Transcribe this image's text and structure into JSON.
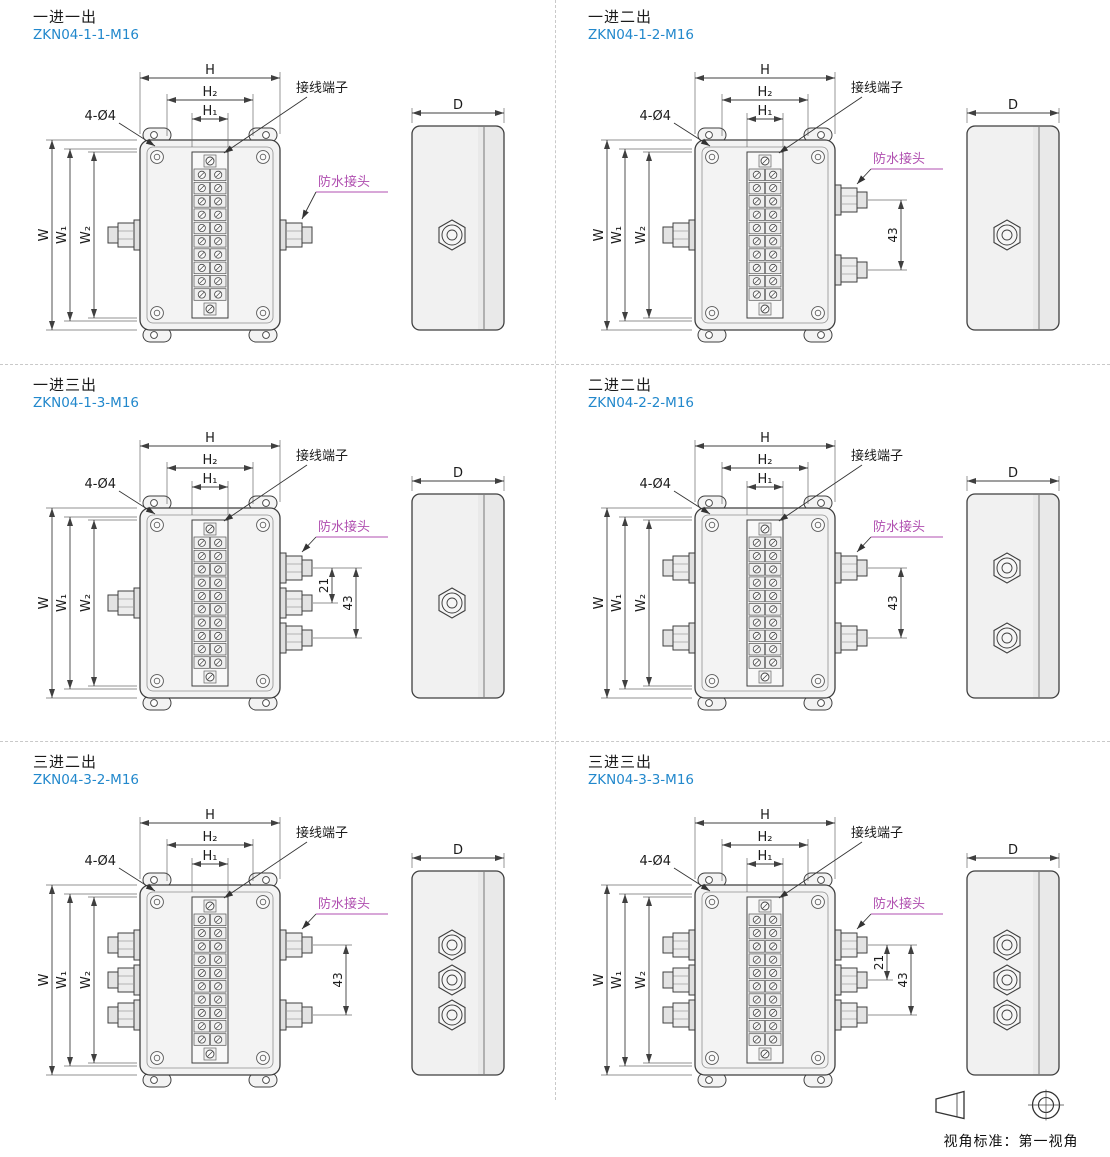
{
  "page": {
    "note": {
      "label": "视角标准：第一视角"
    },
    "colors": {
      "line": "#3f3f3f",
      "dim": "#3f3f3f",
      "model": "#2288cc",
      "gland_label": "#b04fb0",
      "fill": "#f3f3f3",
      "fill_dark": "#e0e0e0",
      "divider": "#c9c9c9"
    }
  },
  "panels": [
    {
      "title": "一进一出",
      "model": "ZKN04-1-1-M16",
      "inputs": 1,
      "outputs": 1,
      "dims": {
        "h": "H",
        "h2": "H₂",
        "h1": "H₁",
        "w": "W",
        "w1": "W₁",
        "w2": "W₂",
        "d": "D"
      },
      "annotations": {
        "mount_holes": "4-Ø4",
        "terminal": "接线端子",
        "gland": "防水接头"
      },
      "spacing_dims": []
    },
    {
      "title": "一进二出",
      "model": "ZKN04-1-2-M16",
      "inputs": 1,
      "outputs": 2,
      "dims": {
        "h": "H",
        "h2": "H₂",
        "h1": "H₁",
        "w": "W",
        "w1": "W₁",
        "w2": "W₂",
        "d": "D"
      },
      "annotations": {
        "mount_holes": "4-Ø4",
        "terminal": "接线端子",
        "gland": "防水接头"
      },
      "spacing_dims": [
        "43"
      ]
    },
    {
      "title": "一进三出",
      "model": "ZKN04-1-3-M16",
      "inputs": 1,
      "outputs": 3,
      "dims": {
        "h": "H",
        "h2": "H₂",
        "h1": "H₁",
        "w": "W",
        "w1": "W₁",
        "w2": "W₂",
        "d": "D"
      },
      "annotations": {
        "mount_holes": "4-Ø4",
        "terminal": "接线端子",
        "gland": "防水接头"
      },
      "spacing_dims": [
        "21",
        "43"
      ]
    },
    {
      "title": "二进二出",
      "model": "ZKN04-2-2-M16",
      "inputs": 2,
      "outputs": 2,
      "dims": {
        "h": "H",
        "h2": "H₂",
        "h1": "H₁",
        "w": "W",
        "w1": "W₁",
        "w2": "W₂",
        "d": "D"
      },
      "annotations": {
        "mount_holes": "4-Ø4",
        "terminal": "接线端子",
        "gland": "防水接头"
      },
      "spacing_dims": [
        "43"
      ]
    },
    {
      "title": "三进二出",
      "model": "ZKN04-3-2-M16",
      "inputs": 3,
      "outputs": 2,
      "dims": {
        "h": "H",
        "h2": "H₂",
        "h1": "H₁",
        "w": "W",
        "w1": "W₁",
        "w2": "W₂",
        "d": "D"
      },
      "annotations": {
        "mount_holes": "4-Ø4",
        "terminal": "接线端子",
        "gland": "防水接头"
      },
      "spacing_dims": [
        "43"
      ]
    },
    {
      "title": "三进三出",
      "model": "ZKN04-3-3-M16",
      "inputs": 3,
      "outputs": 3,
      "dims": {
        "h": "H",
        "h2": "H₂",
        "h1": "H₁",
        "w": "W",
        "w1": "W₁",
        "w2": "W₂",
        "d": "D"
      },
      "annotations": {
        "mount_holes": "4-Ø4",
        "terminal": "接线端子",
        "gland": "防水接头"
      },
      "spacing_dims": [
        "21",
        "43"
      ]
    }
  ]
}
